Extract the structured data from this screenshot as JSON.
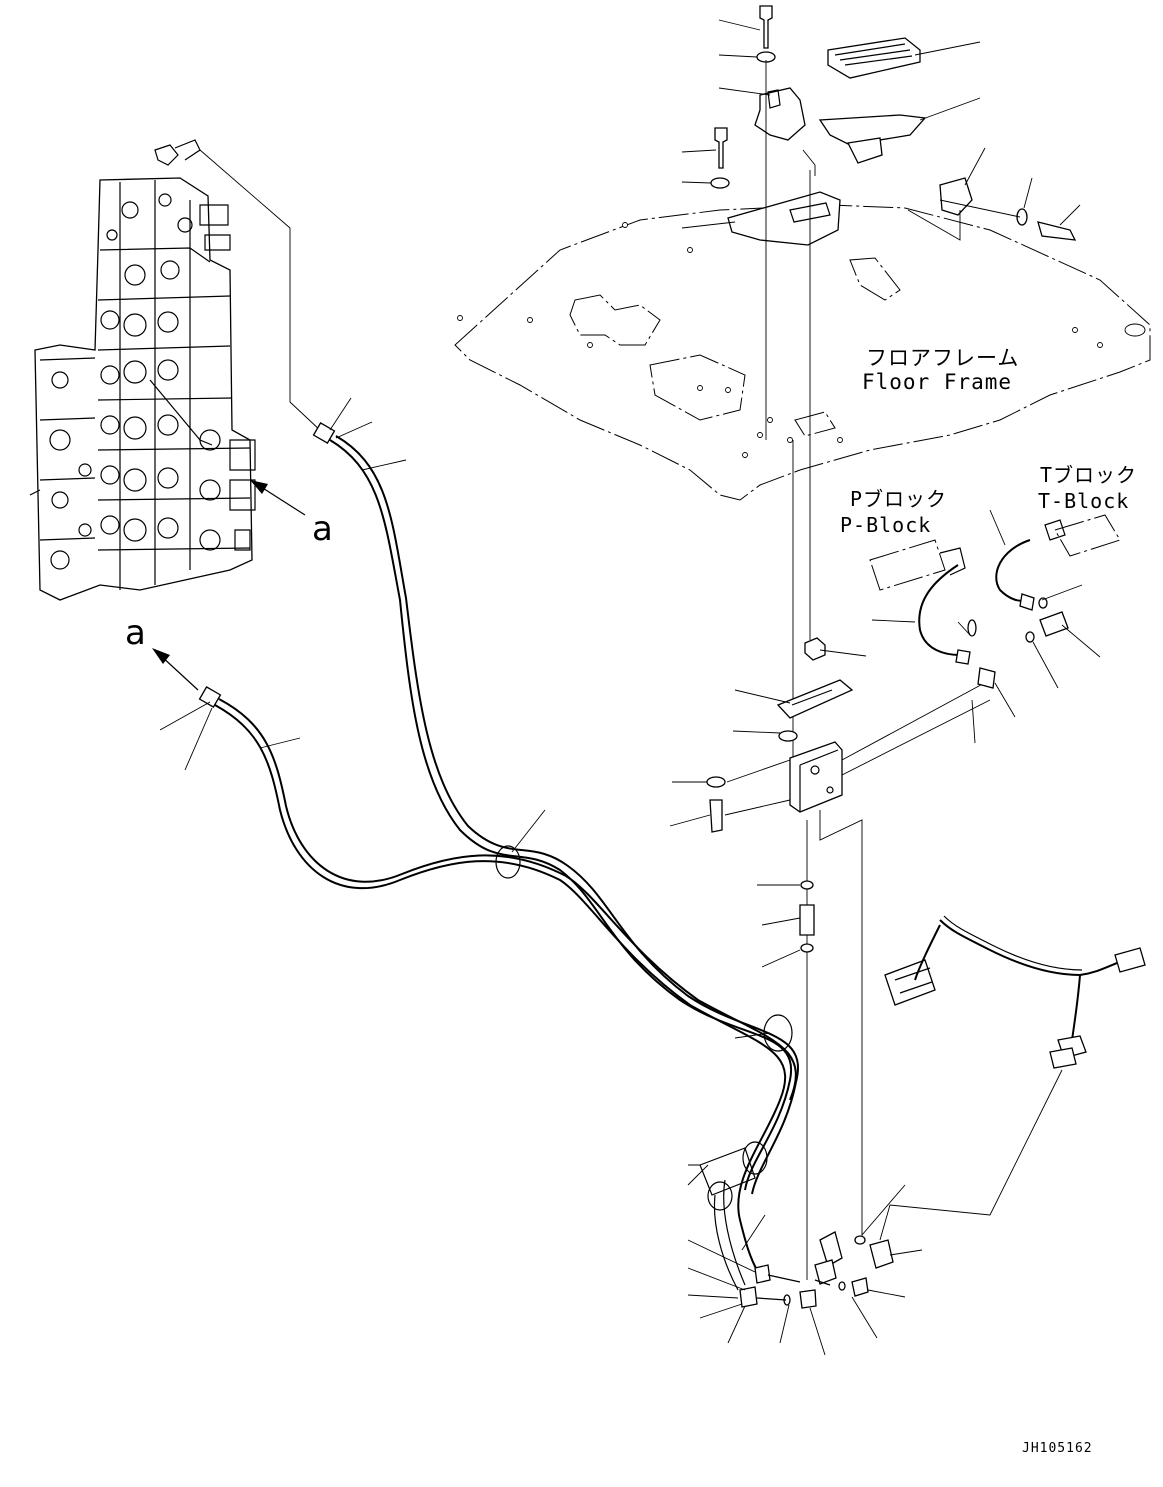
{
  "labels": {
    "floor_frame_jp": "フロアフレーム",
    "floor_frame_en": "Floor Frame",
    "p_block_jp": "Pブロック",
    "p_block_en": "P-Block",
    "t_block_jp": "Tブロック",
    "t_block_en": "T-Block",
    "view_a_top": "a",
    "view_a_left": "a",
    "drawing_id": "JH105162"
  }
}
